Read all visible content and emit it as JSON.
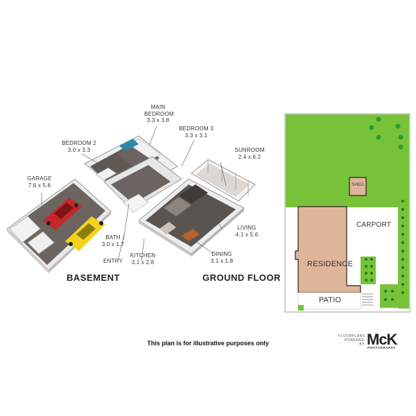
{
  "rooms": {
    "main_bedroom": {
      "name": "MAIN BEDROOM",
      "dim": "3.3 x 3.8"
    },
    "bedroom3": {
      "name": "BEDROOM 3",
      "dim": "3.3 x 3.1"
    },
    "bedroom2": {
      "name": "BEDROOM 2",
      "dim": "3.0 x 3.3"
    },
    "sunroom": {
      "name": "SUNROOM",
      "dim": "2.4 x 6.2"
    },
    "garage": {
      "name": "GARAGE",
      "dim": "7.6 x 5.6"
    },
    "living": {
      "name": "LIVING",
      "dim": "4.1 x 5.6"
    },
    "bath": {
      "name": "BATH",
      "dim": "3.0 x 1.7"
    },
    "kitchen": {
      "name": "KITCHEN",
      "dim": "3.1 x 2.8"
    },
    "dining": {
      "name": "DINING",
      "dim": "3.1 x 1.8"
    },
    "entry": {
      "name": "ENTRY"
    }
  },
  "floors": {
    "basement": "BASEMENT",
    "ground": "GROUND FLOOR"
  },
  "site_plan": {
    "shed": "SHED",
    "carport": "CARPORT",
    "residence": "RESIDENCE",
    "patio": "PATIO",
    "colors": {
      "lawn": "#78c23a",
      "residence": "#dfb59a",
      "tree": "#2e9a2e",
      "paving": "#ffffff"
    }
  },
  "disclaimer": "This plan is for illustrative purposes only",
  "brand": {
    "line1": "FLOORPLANS",
    "line2": "POWERED BY",
    "logo": "McK",
    "sub": "PHOTOGRAPHY"
  }
}
